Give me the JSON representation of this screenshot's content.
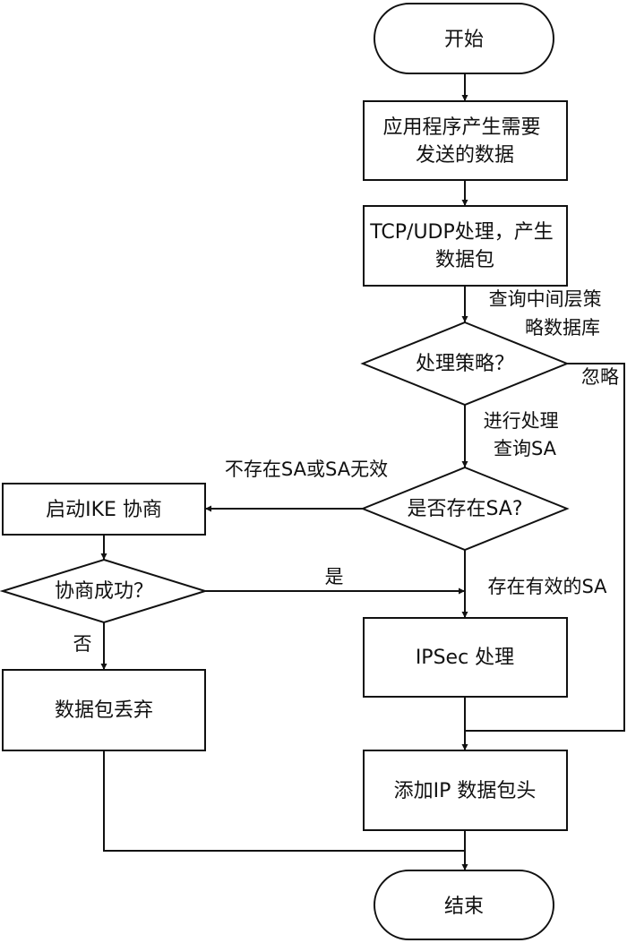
{
  "nodes": {
    "start": {
      "lines": [
        "开始"
      ]
    },
    "app_generate": {
      "lines": [
        "应用程序产生需要",
        "发送的数据"
      ]
    },
    "tcp_udp": {
      "lines": [
        "TCP/UDP处理，产生",
        "数据包"
      ]
    },
    "policy_decision": {
      "lines": [
        "处理策略？"
      ]
    },
    "sa_exists": {
      "lines": [
        "是否存在SA?"
      ]
    },
    "ike_start": {
      "lines": [
        "启动IKE 协商"
      ]
    },
    "negotiation_success": {
      "lines": [
        "协商成功？"
      ]
    },
    "drop_packet": {
      "lines": [
        "数据包丢弃"
      ]
    },
    "ipsec_process": {
      "lines": [
        "IPSec 处理"
      ]
    },
    "add_ip_header": {
      "lines": [
        "添加IP 数据包头"
      ]
    },
    "end": {
      "lines": [
        "结束"
      ]
    }
  },
  "edges": {
    "query_policy_db": [
      "查询中间层策",
      "略数据库"
    ],
    "ignore": [
      "忽略"
    ],
    "process_query_sa": [
      "进行处理",
      "查询SA"
    ],
    "sa_missing_or_invalid": [
      "不存在SA或SA无效"
    ],
    "yes": [
      "是"
    ],
    "no": [
      "否"
    ],
    "valid_sa_exists": [
      "存在有效的SA"
    ]
  }
}
